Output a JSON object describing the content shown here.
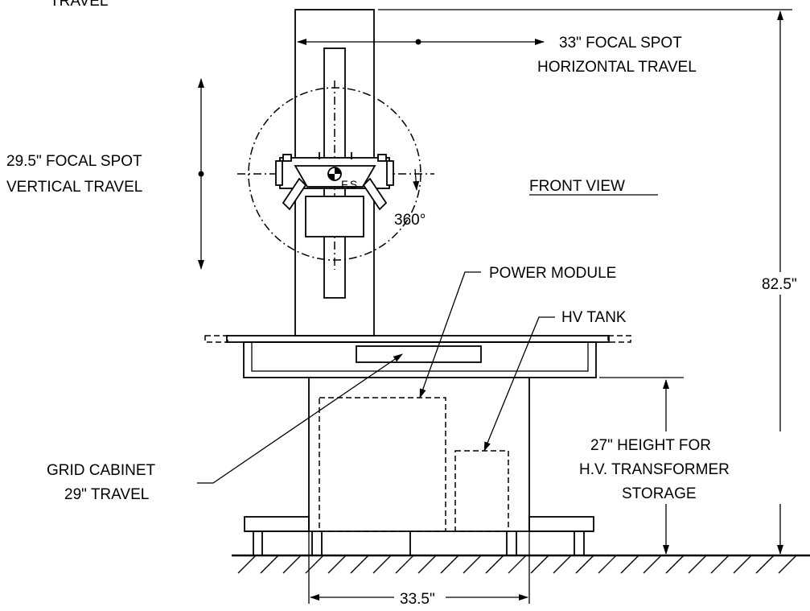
{
  "labels": {
    "travel_top": "TRAVEL",
    "horizontal_travel_1": "33\"  FOCAL SPOT",
    "horizontal_travel_2": "HORIZONTAL TRAVEL",
    "vertical_travel_1": "29.5\"  FOCAL SPOT",
    "vertical_travel_2": "VERTICAL TRAVEL",
    "fs": "F.S",
    "front_view": "FRONT VIEW",
    "rotation": "360°",
    "power_module": "POWER MODULE",
    "hv_tank": "HV TANK",
    "total_height": "82.5\"",
    "storage_1": "27\" HEIGHT FOR",
    "storage_2": "H.V. TRANSFORMER",
    "storage_3": "STORAGE",
    "grid_cabinet_1": "GRID CABINET",
    "grid_cabinet_2": "29\" TRAVEL",
    "base_width": "33.5\""
  }
}
